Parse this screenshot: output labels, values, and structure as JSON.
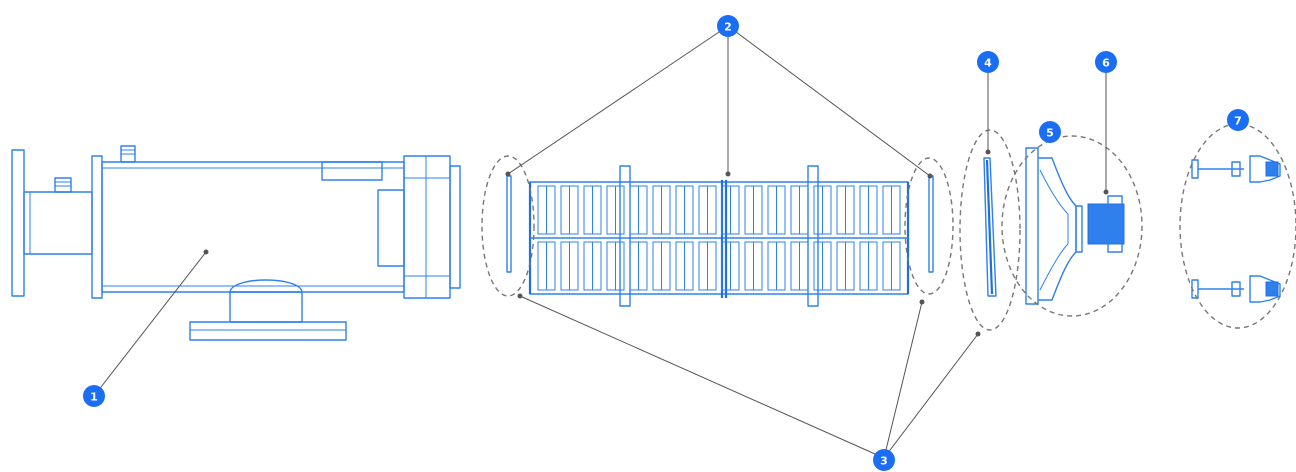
{
  "diagram": {
    "callouts": [
      {
        "id": "callout-1",
        "label": "1"
      },
      {
        "id": "callout-2",
        "label": "2"
      },
      {
        "id": "callout-3",
        "label": "3"
      },
      {
        "id": "callout-4",
        "label": "4"
      },
      {
        "id": "callout-5",
        "label": "5"
      },
      {
        "id": "callout-6",
        "label": "6"
      },
      {
        "id": "callout-7",
        "label": "7"
      }
    ],
    "colors": {
      "part_stroke": "#2f80ed",
      "badge_fill": "#1b6ef3",
      "leader": "#555555"
    }
  }
}
